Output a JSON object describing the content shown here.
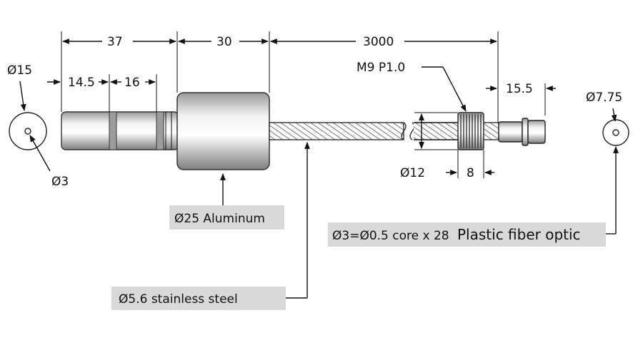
{
  "dimensions": {
    "d37": "37",
    "d30": "30",
    "d3000": "3000",
    "d14_5": "14.5",
    "d16": "16",
    "d15_5": "15.5",
    "d8": "8",
    "dia15": "Ø15",
    "dia3": "Ø3",
    "dia12": "Ø12",
    "dia7_75": "Ø7.75"
  },
  "labels": {
    "thread": "M9 P1.0",
    "aluminum": "Ø25 Aluminum",
    "steel": "Ø5.6 stainless steel",
    "fiber_prefix": "Ø3=Ø0.5 core x 28",
    "fiber_suffix": "Plastic fiber optic"
  },
  "colors": {
    "label_box": "#d9d9d9",
    "metal_light": "#f4f4f4",
    "metal_dark": "#8c8c8c"
  }
}
